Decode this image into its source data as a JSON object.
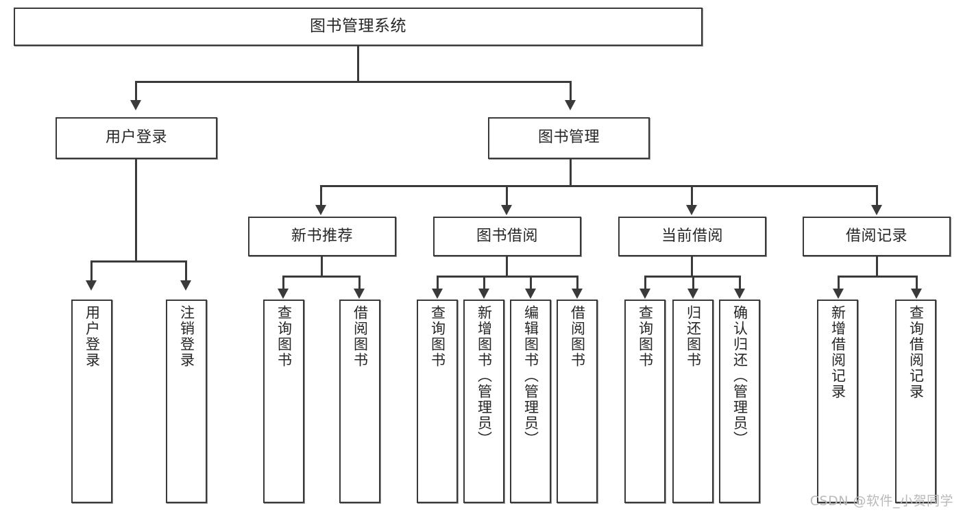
{
  "diagram": {
    "type": "tree-hierarchy",
    "title": "图书管理系统",
    "watermark": "CSDN @软件_小贺同学",
    "colors": {
      "box_border": "#3a3a3a",
      "box_fill": "#ffffff",
      "connector": "#3a3a3a",
      "text": "#262626",
      "watermark": "#b9b9b9",
      "background": "#ffffff"
    },
    "root": {
      "label": "图书管理系统"
    },
    "level2": [
      {
        "label": "用户登录"
      },
      {
        "label": "图书管理"
      }
    ],
    "level3": [
      {
        "label": "新书推荐"
      },
      {
        "label": "图书借阅"
      },
      {
        "label": "当前借阅"
      },
      {
        "label": "借阅记录"
      }
    ],
    "leaves": {
      "user_login": [
        {
          "label": "用户登录"
        },
        {
          "label": "注销登录"
        }
      ],
      "new_book_recommend": [
        {
          "label": "查询图书"
        },
        {
          "label": "借阅图书"
        }
      ],
      "book_borrow": [
        {
          "label": "查询图书"
        },
        {
          "label": "新增图书（管理员）"
        },
        {
          "label": "编辑图书（管理员）"
        },
        {
          "label": "借阅图书"
        }
      ],
      "current_borrow": [
        {
          "label": "查询图书"
        },
        {
          "label": "归还图书"
        },
        {
          "label": "确认归还（管理员）"
        }
      ],
      "borrow_record": [
        {
          "label": "新增借阅记录"
        },
        {
          "label": "查询借阅记录"
        }
      ]
    }
  }
}
